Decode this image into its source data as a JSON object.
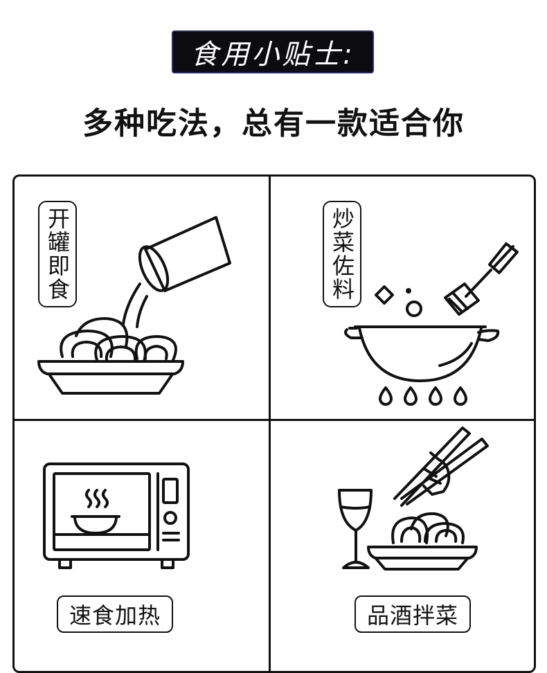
{
  "header": {
    "tip_title": "食用小贴士:",
    "subtitle": "多种吃法，总有一款适合你"
  },
  "panels": [
    {
      "label": "开罐即食",
      "icon": "pouring-can-over-plate-icon"
    },
    {
      "label": "炒菜佐料",
      "icon": "wok-on-stove-icon"
    },
    {
      "label": "速食加热",
      "icon": "microwave-icon"
    },
    {
      "label": "品酒拌菜",
      "icon": "wine-and-chopsticks-plate-icon"
    }
  ],
  "colors": {
    "badge_bg": "#0b0b10",
    "line": "#111111",
    "background": "#ffffff"
  }
}
